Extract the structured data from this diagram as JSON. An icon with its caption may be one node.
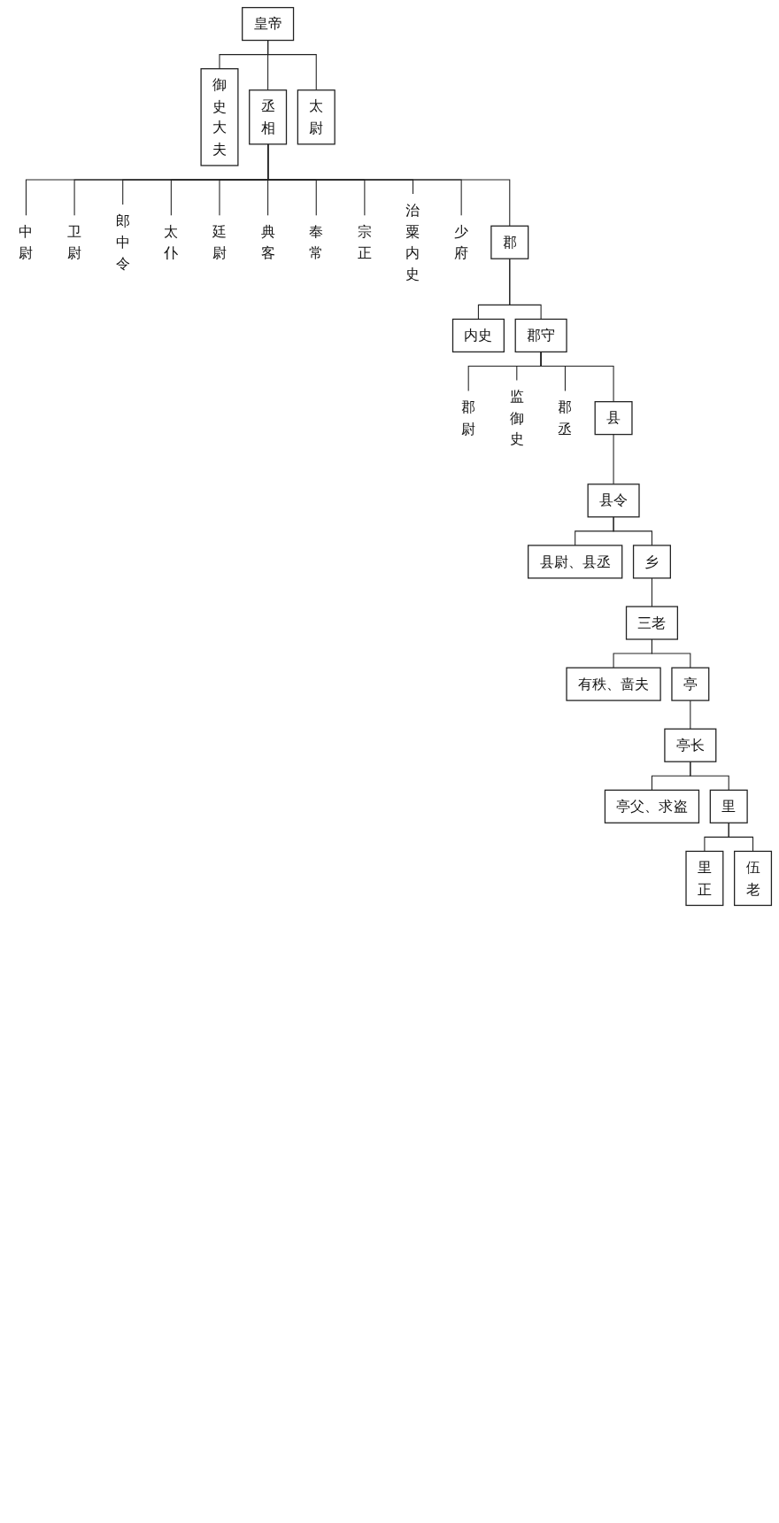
{
  "diagram": {
    "nodes": [
      {
        "text": [
          "皇帝"
        ]
      },
      {
        "text": [
          "御史大夫"
        ]
      },
      {
        "text": [
          "丞相"
        ]
      },
      {
        "text": [
          "太尉"
        ]
      },
      {
        "text": [
          "中尉"
        ]
      },
      {
        "text": [
          "卫尉"
        ]
      },
      {
        "text": [
          "郎中令"
        ]
      },
      {
        "text": [
          "太仆"
        ]
      },
      {
        "text": [
          "廷尉"
        ]
      },
      {
        "text": [
          "典客"
        ]
      },
      {
        "text": [
          "奉常"
        ]
      },
      {
        "text": [
          "宗正"
        ]
      },
      {
        "text": [
          "治粟内史"
        ]
      },
      {
        "text": [
          "少府"
        ]
      },
      {
        "text": [
          "郡"
        ]
      },
      {
        "text": [
          "内史"
        ]
      },
      {
        "text": [
          "郡守"
        ]
      },
      {
        "text": [
          "郡尉"
        ]
      },
      {
        "text": [
          "监御史"
        ]
      },
      {
        "text": [
          "郡丞"
        ]
      },
      {
        "text": [
          "县"
        ]
      },
      {
        "text": [
          "县令"
        ]
      },
      {
        "text": [
          "县尉、县丞"
        ]
      },
      {
        "text": [
          "乡"
        ]
      },
      {
        "text": [
          "三老"
        ]
      },
      {
        "text": [
          "有秩、啬夫"
        ]
      },
      {
        "text": [
          "亭"
        ]
      },
      {
        "text": [
          "亭长"
        ]
      },
      {
        "text": [
          "亭父、求盗"
        ]
      },
      {
        "text": [
          "里"
        ]
      },
      {
        "text": [
          "里正"
        ]
      },
      {
        "text": [
          "伍老"
        ]
      }
    ],
    "edges": [
      {
        "from": 0,
        "to": 1,
        "arrow": "none"
      },
      {
        "from": 0,
        "to": 2,
        "arrow": "none"
      },
      {
        "from": 0,
        "to": 3,
        "arrow": "none"
      },
      {
        "from": 2,
        "to": 4,
        "arrow": "none"
      },
      {
        "from": 2,
        "to": 5,
        "arrow": "none"
      },
      {
        "from": 2,
        "to": 6,
        "arrow": "none"
      },
      {
        "from": 2,
        "to": 7,
        "arrow": "none"
      },
      {
        "from": 2,
        "to": 8,
        "arrow": "none"
      },
      {
        "from": 2,
        "to": 9,
        "arrow": "none"
      },
      {
        "from": 2,
        "to": 10,
        "arrow": "none"
      },
      {
        "from": 2,
        "to": 11,
        "arrow": "none"
      },
      {
        "from": 2,
        "to": 12,
        "arrow": "none"
      },
      {
        "from": 2,
        "to": 13,
        "arrow": "none"
      },
      {
        "from": 2,
        "to": 14,
        "arrow": "none"
      },
      {
        "from": 14,
        "to": 15,
        "arrow": "none"
      },
      {
        "from": 14,
        "to": 16,
        "arrow": "none"
      },
      {
        "from": 16,
        "to": 17,
        "arrow": "none"
      },
      {
        "from": 16,
        "to": 18,
        "arrow": "none"
      },
      {
        "from": 16,
        "to": 19,
        "arrow": "none"
      },
      {
        "from": 16,
        "to": 20,
        "arrow": "none"
      },
      {
        "from": 20,
        "to": 21,
        "arrow": "none"
      },
      {
        "from": 21,
        "to": 22,
        "arrow": "none"
      },
      {
        "from": 21,
        "to": 23,
        "arrow": "none"
      },
      {
        "from": 23,
        "to": 24,
        "arrow": "none"
      },
      {
        "from": 24,
        "to": 25,
        "arrow": "none"
      },
      {
        "from": 24,
        "to": 26,
        "arrow": "none"
      },
      {
        "from": 26,
        "to": 27,
        "arrow": "none"
      },
      {
        "from": 27,
        "to": 28,
        "arrow": "none"
      },
      {
        "from": 27,
        "to": 29,
        "arrow": "none"
      },
      {
        "from": 29,
        "to": 30,
        "arrow": "none"
      },
      {
        "from": 29,
        "to": 31,
        "arrow": "none"
      }
    ]
  }
}
